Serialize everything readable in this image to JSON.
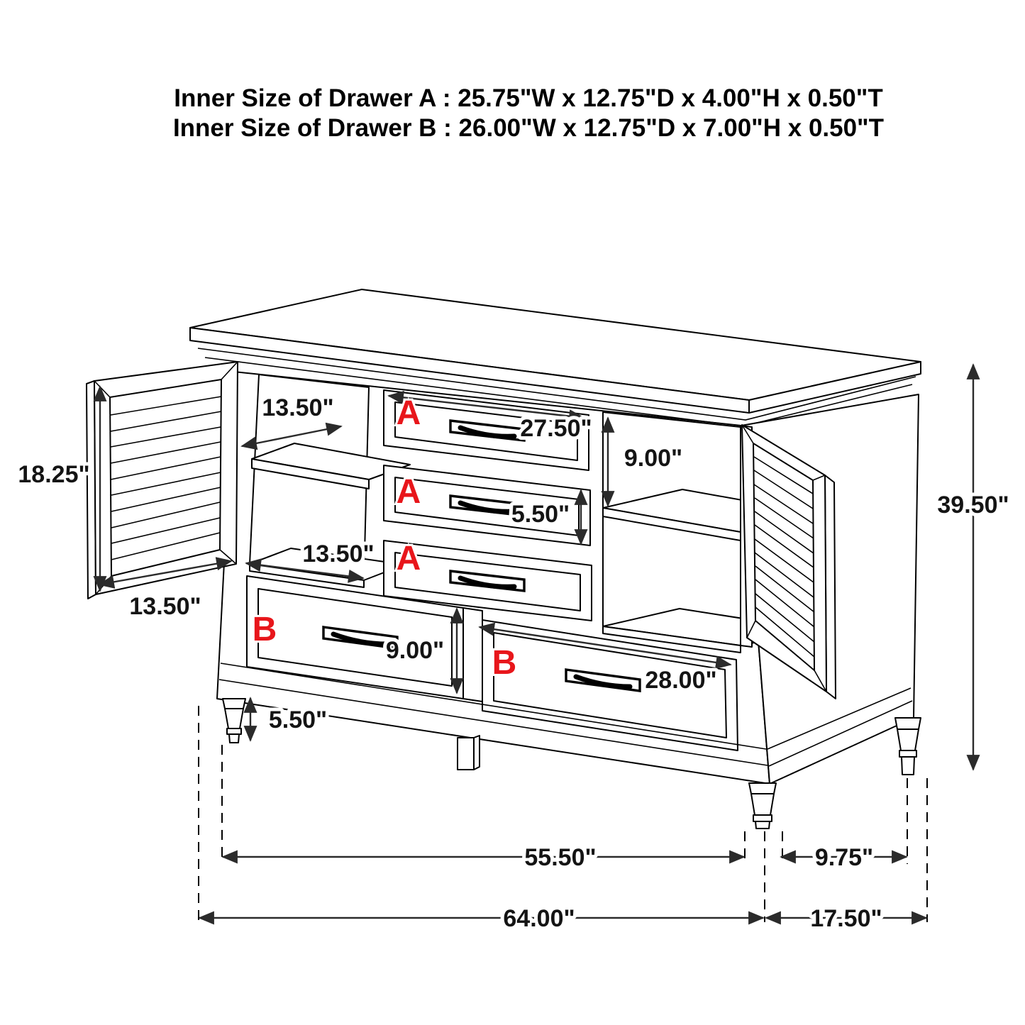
{
  "title": {
    "line1": "Inner Size of Drawer A : 25.75\"W x 12.75\"D x 4.00\"H x 0.50\"T",
    "line2": "Inner Size of Drawer B : 26.00\"W x 12.75\"D x 7.00\"H x 0.50\"T"
  },
  "part_labels": {
    "drawer_a_1": "A",
    "drawer_a_2": "A",
    "drawer_a_3": "A",
    "drawer_b_left": "B",
    "drawer_b_right": "B"
  },
  "dimensions": {
    "shelf_depth_top": "13.50\"",
    "door_height": "18.25\"",
    "door_width": "13.50\"",
    "shelf_depth_bottom": "13.50\"",
    "drawer_a_width": "27.50\"",
    "drawer_a_face_height": "5.50\"",
    "compartment_height": "9.00\"",
    "drawer_b_face_height": "9.00\"",
    "drawer_b_width": "28.00\"",
    "leg_height": "5.50\"",
    "total_height": "39.50\"",
    "front_leg_span": "55.50\"",
    "side_leg_span": "9.75\"",
    "total_width": "64.00\"",
    "total_depth": "17.50\""
  },
  "colors": {
    "line": "#000000",
    "part_label": "#e8161b",
    "dimension_text": "#141414",
    "background": "#ffffff"
  }
}
